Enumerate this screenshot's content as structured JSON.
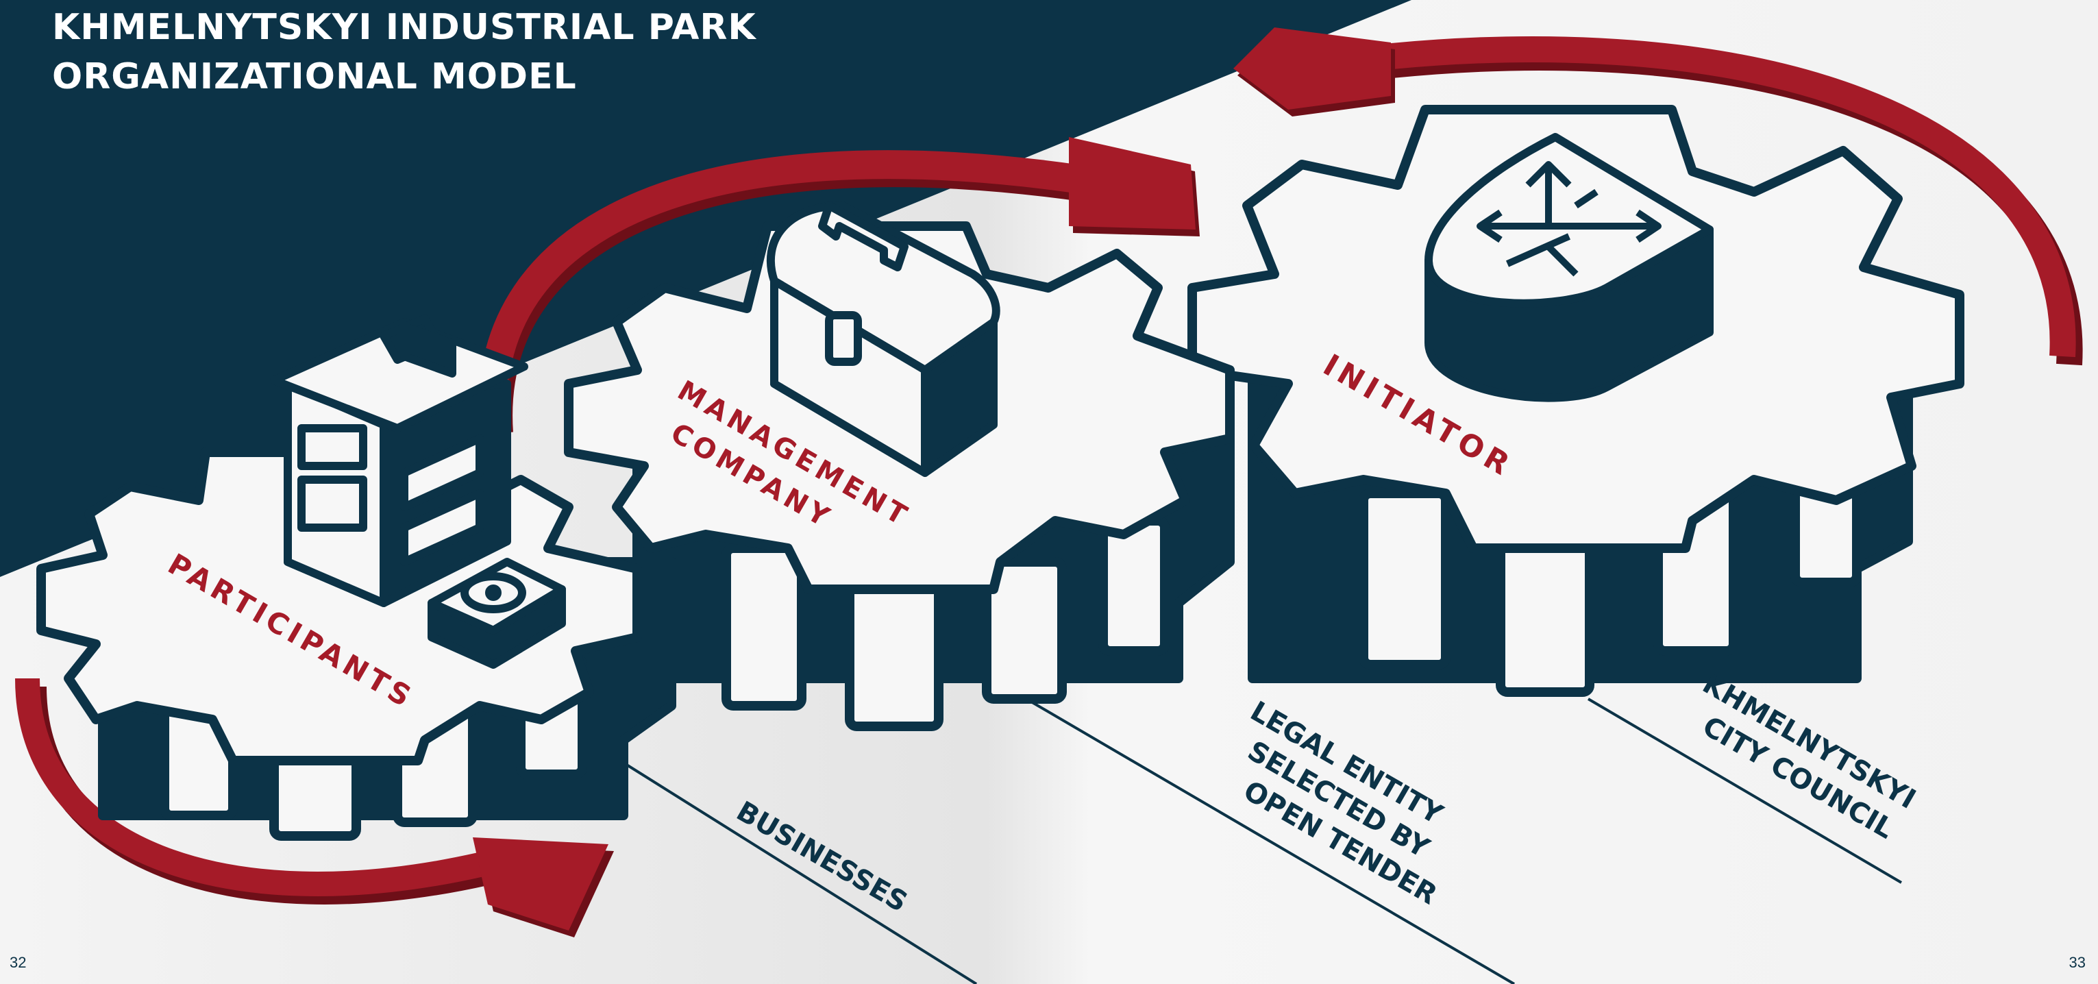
{
  "header": {
    "title_line1": "KHMELNYTSKYI INDUSTRIAL PARK",
    "title_line2": "ORGANIZATIONAL MODEL"
  },
  "gears": [
    {
      "id": "participants",
      "label": "PARTICIPANTS",
      "icon": "factory-icon"
    },
    {
      "id": "management",
      "label_line1": "MANAGEMENT",
      "label_line2": "COMPANY",
      "icon": "briefcase-icon"
    },
    {
      "id": "initiator",
      "label": "INITIATOR",
      "icon": "coat-of-arms-shield-icon"
    }
  ],
  "descriptions": {
    "businesses": "BUSINESSES",
    "legal_entity": [
      "LEGAL ENTITY",
      "SELECTED BY",
      "OPEN TENDER"
    ],
    "city_council": [
      "KHMELNYTSKYI",
      "CITY COUNCIL"
    ]
  },
  "page_numbers": {
    "left": "32",
    "right": "33"
  },
  "colors": {
    "navy": "#0c3347",
    "red": "#a51b28",
    "dark_red": "#6e0f18",
    "gear_face": "#f7f7f7",
    "background": "#f2f2f2"
  }
}
